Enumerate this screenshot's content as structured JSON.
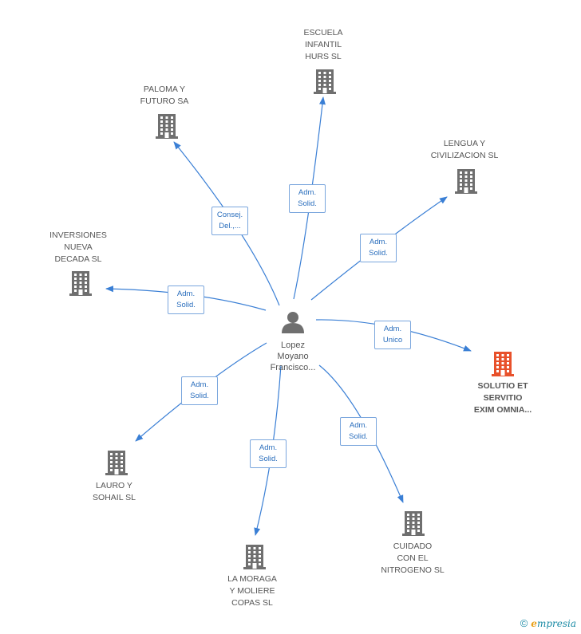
{
  "center": {
    "name": "Lopez\nMoyano\nFrancisco..."
  },
  "colors": {
    "edge": "#3a7fd5",
    "building": "#6f6f6f",
    "building_highlight": "#e8512b"
  },
  "companies": [
    {
      "id": "escuela",
      "name": "ESCUELA\nINFANTIL\nHURS SL",
      "role": "Adm.\nSolid.",
      "highlight": false
    },
    {
      "id": "paloma",
      "name": "PALOMA Y\nFUTURO SA",
      "role": "Consej.\nDel.,...",
      "highlight": false
    },
    {
      "id": "lengua",
      "name": "LENGUA Y\nCIVILIZACION SL",
      "role": "Adm.\nSolid.",
      "highlight": false
    },
    {
      "id": "inversiones",
      "name": "INVERSIONES\nNUEVA\nDECADA SL",
      "role": "Adm.\nSolid.",
      "highlight": false
    },
    {
      "id": "solutio",
      "name": "SOLUTIO ET\nSERVITIO\nEXIM OMNIA...",
      "role": "Adm.\nUnico",
      "highlight": true
    },
    {
      "id": "lauro",
      "name": "LAURO Y\nSOHAIL SL",
      "role": "Adm.\nSolid.",
      "highlight": false
    },
    {
      "id": "moraga",
      "name": "LA MORAGA\nY MOLIERE\nCOPAS SL",
      "role": "Adm.\nSolid.",
      "highlight": false
    },
    {
      "id": "cuidado",
      "name": "CUIDADO\nCON EL\nNITROGENO SL",
      "role": "Adm.\nSolid.",
      "highlight": false
    }
  ],
  "footer": {
    "copyright": "©",
    "brand_initial": "e",
    "brand_rest": "mpresia"
  }
}
